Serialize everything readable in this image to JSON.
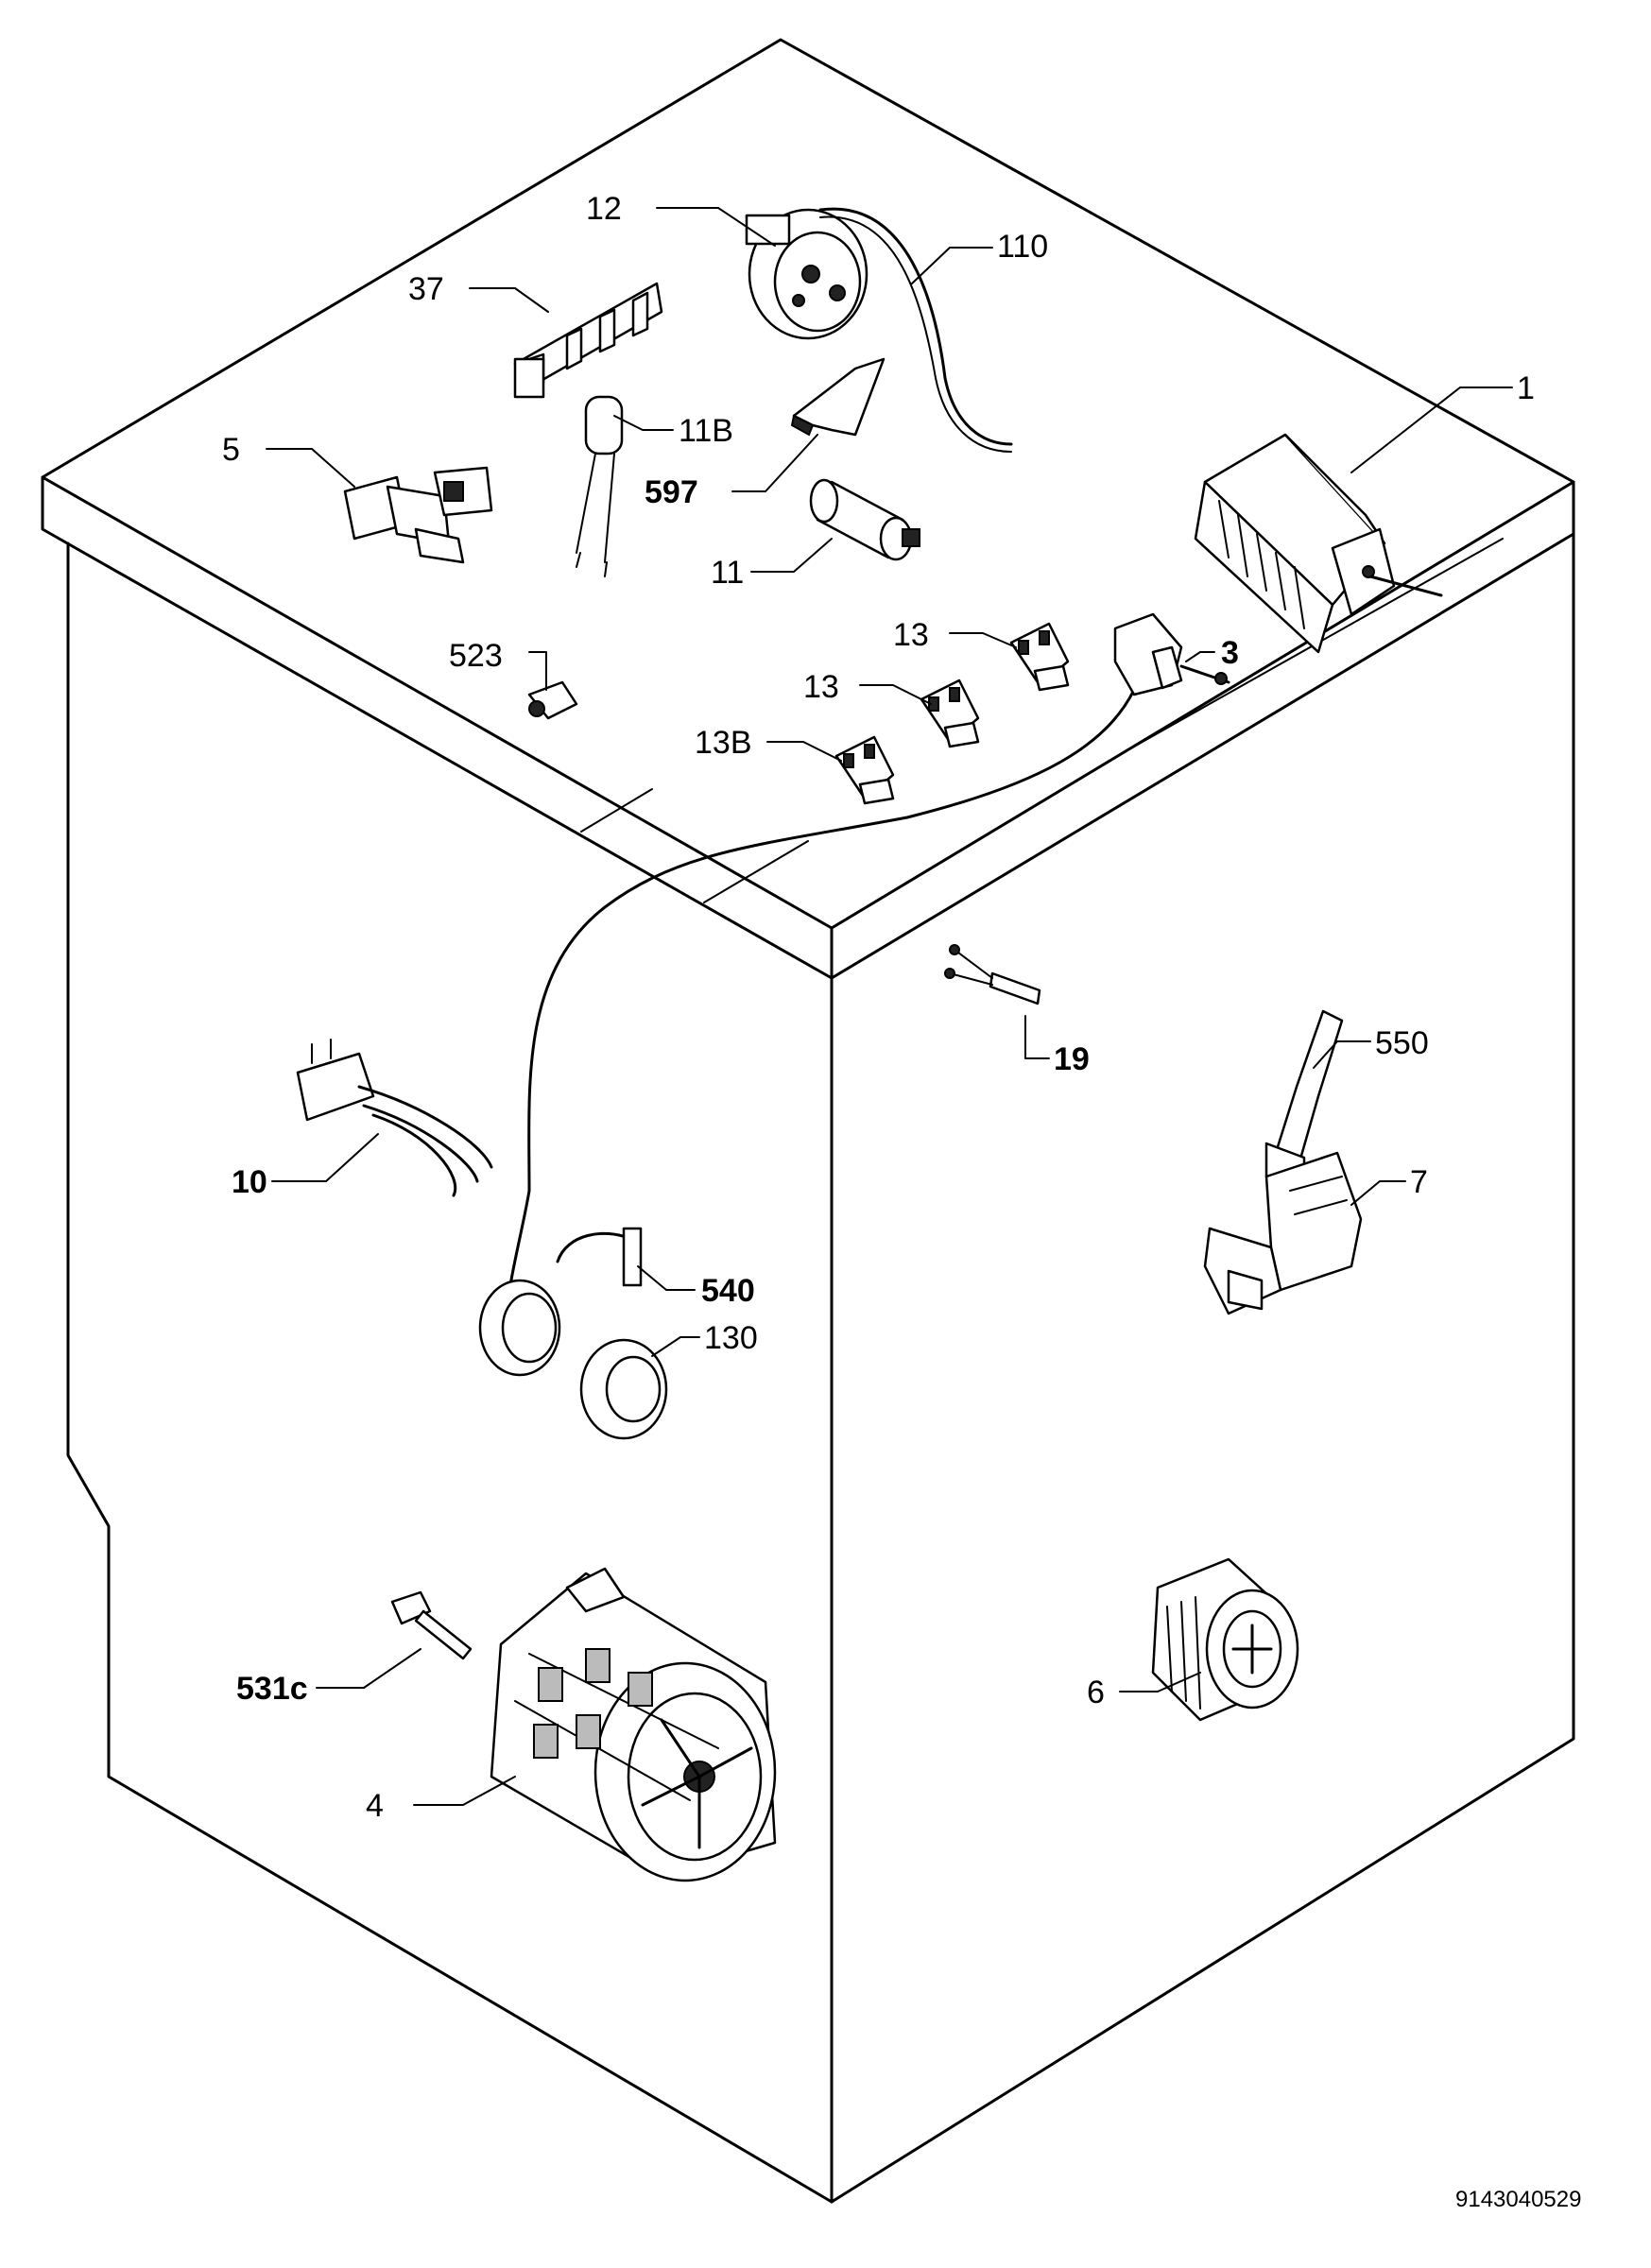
{
  "drawing_number": "9143040529",
  "part_labels": {
    "p1": "1",
    "p3": "3",
    "p4": "4",
    "p5": "5",
    "p6": "6",
    "p7": "7",
    "p10": "10",
    "p11": "11",
    "p11b": "11B",
    "p12": "12",
    "p13a": "13",
    "p13b": "13",
    "p13B": "13B",
    "p19": "19",
    "p37": "37",
    "p110": "110",
    "p130": "130",
    "p523": "523",
    "p531c": "531c",
    "p540": "540",
    "p550": "550",
    "p597": "597"
  }
}
